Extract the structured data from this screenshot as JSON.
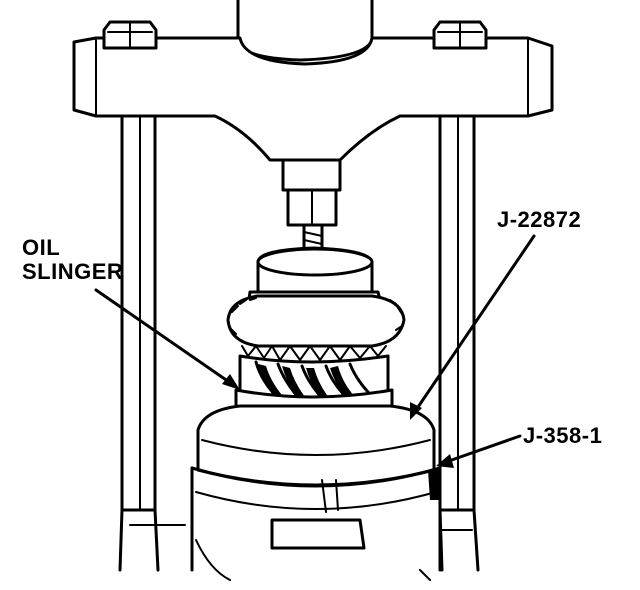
{
  "labels": {
    "oil_slinger_line1": "OIL",
    "oil_slinger_line2": "SLINGER",
    "j22872": "J-22872",
    "j358": "J-358-1"
  },
  "colors": {
    "ink": "#000000",
    "paper": "#ffffff"
  }
}
